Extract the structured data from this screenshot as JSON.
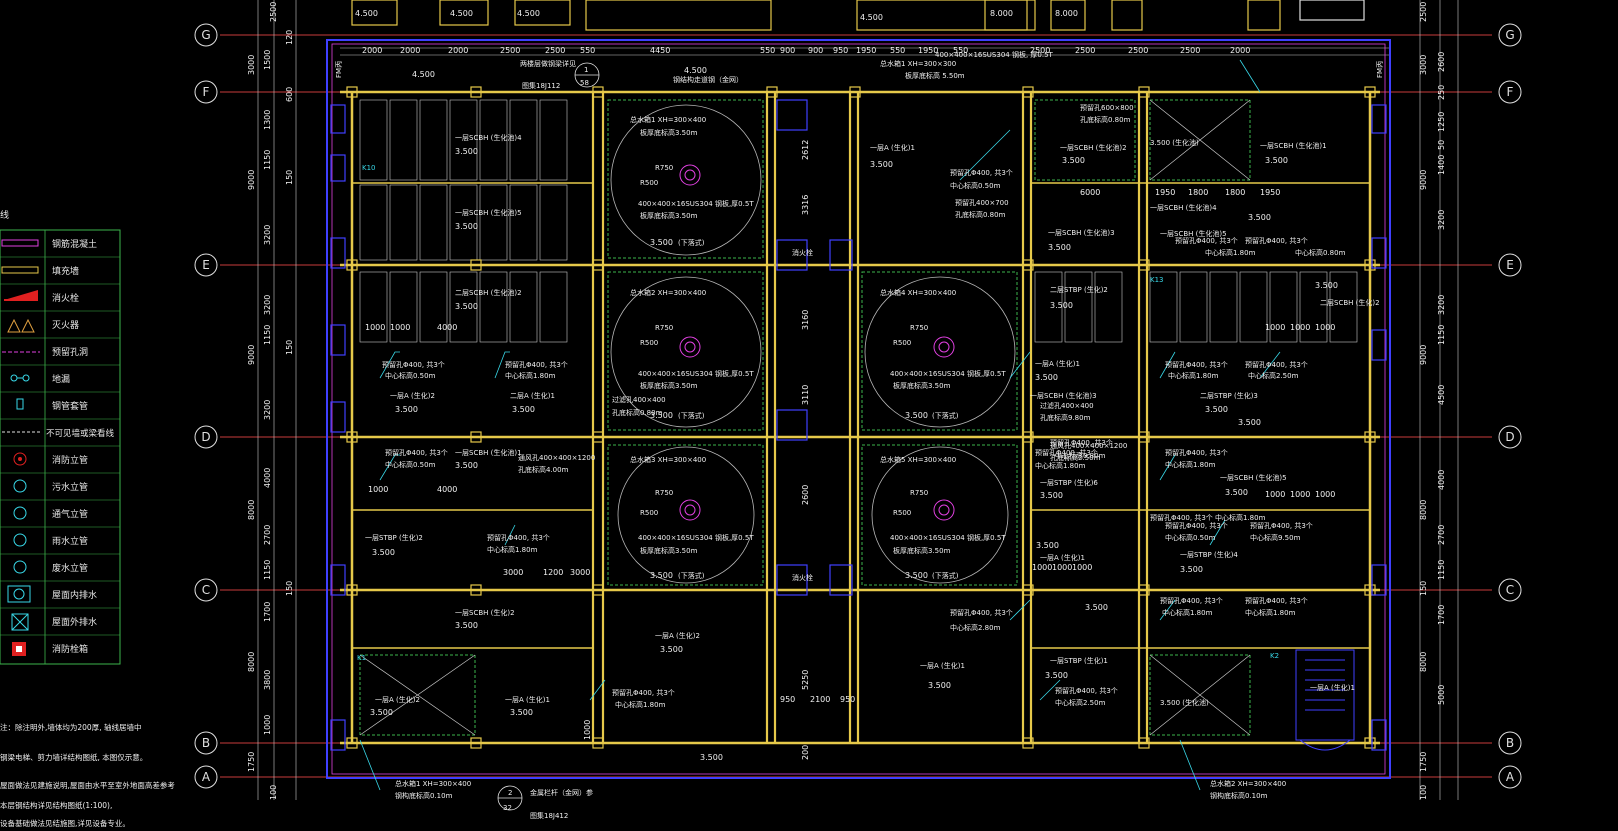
{
  "colors": {
    "background": "#000000",
    "axis_red": "#c83c3c",
    "wall_yellow": "#e6c94a",
    "outline_blue": "#4040ff",
    "magenta": "#e040e0",
    "green": "#3cb44b",
    "cyan": "#38d8e8",
    "white": "#f0f0f0"
  },
  "grid_axes": {
    "rows": [
      "G",
      "F",
      "E",
      "D",
      "C",
      "B",
      "A"
    ]
  },
  "legend": {
    "title": "线",
    "items": [
      {
        "label": "钢筋混凝土",
        "icon": "concrete-wall-line-icon"
      },
      {
        "label": "填充墙",
        "icon": "infill-wall-line-icon"
      },
      {
        "label": "消火栓",
        "icon": "fire-hydrant-icon"
      },
      {
        "label": "灭火器",
        "icon": "fire-extinguisher-icon"
      },
      {
        "label": "预留孔洞",
        "icon": "reserved-opening-icon"
      },
      {
        "label": "地漏",
        "icon": "floor-drain-icon"
      },
      {
        "label": "钢管套管",
        "icon": "steel-sleeve-icon"
      },
      {
        "label": "不可见墙或梁看线",
        "icon": "hidden-line-icon"
      },
      {
        "label": "消防立管",
        "icon": "fire-riser-icon"
      },
      {
        "label": "污水立管",
        "icon": "sewage-riser-icon"
      },
      {
        "label": "通气立管",
        "icon": "vent-riser-icon"
      },
      {
        "label": "雨水立管",
        "icon": "rain-riser-icon"
      },
      {
        "label": "废水立管",
        "icon": "waste-riser-icon"
      },
      {
        "label": "屋面内排水",
        "icon": "roof-drain-icon"
      },
      {
        "label": "屋面外排水",
        "icon": "roof-outer-drain-icon"
      },
      {
        "label": "消防栓箱",
        "icon": "hydrant-box-icon"
      }
    ]
  },
  "notes": [
    "注：除注明外,墙体均为200厚, 轴线居墙中",
    "钢梁电梯、剪力墙详结构图纸, 本图仅示意。",
    "屋面做法见建施说明,屋面由水平至室外地面高差参考",
    "本层钢结构详见结构图纸(1:100),",
    "设备基础做法见结施图,详见设备专业。"
  ],
  "top_dims": [
    "2000",
    "2000",
    "2000",
    "2500",
    "2500",
    "550",
    "4450",
    "550",
    "900",
    "900",
    "950",
    "1950",
    "550",
    "1950",
    "550",
    "2500",
    "2500",
    "2500",
    "2500",
    "2000"
  ],
  "top_labels": {
    "detail_ref_left": "两楼层做钢梁详见",
    "detail_ref_left2": "图集18J112",
    "detail_ref_num_top": "1",
    "detail_ref_num_bot": "58",
    "steel_beam_note": "钢结构走道钢（金网）",
    "level_4500_a": "4.500",
    "level_4500_b": "4.500",
    "level_4500_c": "4.500",
    "level_4500_d": "4.500",
    "level_4500_e": "4.500",
    "level_4500_f": "4.500",
    "level_8000_a": "8.000",
    "level_8000_b": "8.000",
    "tank_label_top": "总水箱1 XH=300×300",
    "tank_spec_top": "400×400×16SUS304 钢板, 厚0.5T",
    "tank_height_top": "板厚底标高 5.50m"
  },
  "tanks": [
    {
      "title": "总水箱1 XH=300×400",
      "spec": "400×400×16SUS304 钢板,厚0.5T",
      "elev": "板厚底标高3.50m",
      "level": "3.500",
      "r750": "R750",
      "r500": "R500",
      "name": "(下落式)"
    },
    {
      "title": "总水箱2 XH=300×400",
      "spec": "400×400×16SUS304 钢板,厚0.5T",
      "elev": "板厚底标高3.50m",
      "level": "3.500",
      "r750": "R750",
      "r500": "R500",
      "name": "(下落式)"
    },
    {
      "title": "总水箱3 XH=300×400",
      "spec": "400×400×16SUS304 钢板,厚0.5T",
      "elev": "板厚底标高3.50m",
      "level": "3.500",
      "r750": "R750",
      "r500": "R500",
      "name": "(下落式)"
    },
    {
      "title": "总水箱4 XH=300×400",
      "spec": "400×400×16SUS304 钢板,厚0.5T",
      "elev": "板厚底标高3.50m",
      "level": "3.500",
      "r750": "R750",
      "r500": "R500",
      "name": "(下落式)"
    },
    {
      "title": "总水箱5 XH=300×400",
      "spec": "400×400×16SUS304 钢板,厚0.5T",
      "elev": "板厚底标高3.50m",
      "level": "3.500",
      "r750": "R750",
      "r500": "R500",
      "name": "(下落式)"
    }
  ],
  "rooms": {
    "r1": "一层SCBH (生化池)4",
    "r1_lvl": "3.500",
    "r2": "一层SCBH (生化池)5",
    "r2_lvl": "3.500",
    "r3": "二层SCBH (生化池)2",
    "r3_lvl": "3.500",
    "r4": "一层A (生化)2",
    "r4_lvl": "3.500",
    "r5": "二层A (生化)1",
    "r5_lvl": "3.500",
    "r6": "一层SCBH (生化池)1",
    "r6_lvl": "3.500",
    "r7": "一层STBP (生化)2",
    "r7_lvl": "3.500",
    "r8": "一层SCBH (生化)2",
    "r8_lvl": "3.500",
    "r9": "一层A (生化)2",
    "r9_lvl": "3.500",
    "r10": "一层A (生化)1",
    "r10_lvl": "3.500",
    "r11": "一层A (生化)2",
    "r11_lvl": "3.500",
    "r12": "一层A (生化)1",
    "r12_lvl": "3.500",
    "r13": "一层A (生化)1",
    "r13_lvl": "3.500",
    "r14": "一层SCBH (生化池)2",
    "r14_lvl": "3.500",
    "r15": "一层SCBH (生化池)3",
    "r15_lvl": "3.500",
    "r16": "二层STBP (生化)2",
    "r16_lvl": "3.500",
    "r17": "一层A (生化)1",
    "r17_lvl": "3.500",
    "r18": "一层STBP (生化)6",
    "r18_lvl": "3.500",
    "r19": "一层STBP (生化)4",
    "r19_lvl": "3.500",
    "r20": "二层STBP (生化)3",
    "r20_lvl": "3.500",
    "r21": "一层SCBH (生化池)1",
    "r21_lvl": "3.500",
    "r22": "一层SCBH (生化池)5",
    "r22_lvl": "3.500",
    "r23": "一层SCBH (生化池)4",
    "r23_lvl": "3.500",
    "r24": "一层A (生化)1",
    "r24_lvl": "3.500",
    "r25": "二层SCBH (生化)2",
    "r25_lvl": "3.500",
    "r26": "一层STBP (生化)1",
    "r26_lvl": "3.500",
    "r27": "一层SCBH (生化池)3",
    "r27_lvl": "3.500",
    "r28": "一层SCBH (生化池)5",
    "r28_lvl": "3.500",
    "r29": "3.500 (生化池)",
    "r30": "3.500 (生化池)"
  },
  "callouts": {
    "c1": "预留孔Φ400, 共3个",
    "c1b": "中心标高0.50m",
    "c2": "预留孔Φ400, 共3个",
    "c2b": "中心标高1.80m",
    "c3": "预留孔Φ400, 共3个",
    "c3b": "中心标高0.50m",
    "c4": "预留孔Φ400, 共3个",
    "c4b": "中心标高1.80m",
    "c5": "预留孔Φ400, 共3个",
    "c5b": "中心标高1.80m",
    "c6": "预留孔Φ400, 共3个",
    "c6b": "中心标高0.50m",
    "c7": "预留孔Φ400, 共3个",
    "c7b": "中心标高1.80m",
    "c8": "预留孔Φ400, 共3个",
    "c8b": "中心标高2.50m",
    "c9": "预留孔Φ400, 共3个",
    "c9b": "中心标高1.80m",
    "c10": "预留孔Φ400, 共3个",
    "c10b": "中心标高0.50m",
    "c11": "预留孔Φ400, 共3个",
    "c11b": "中心标高9.50m",
    "c12": "预留孔Φ400, 共3个",
    "c12b": "中心标高0.80m",
    "c13": "预留孔Φ400, 共3个",
    "c13b": "中心标高1.80m",
    "c14": "预留孔Φ400, 共3个",
    "c14b": "中心标高1.80m",
    "c15": "预留孔Φ400, 共3个",
    "c15b": "中心标高2.80m",
    "c16": "预留孔Φ400, 共3个",
    "c16b": "中心标高2.50m",
    "c17": "预留孔Φ400, 共3个",
    "c17b": "中心标高1.80m",
    "c18": "预留孔Φ400, 共3个",
    "c18b": "中心标高0.80m",
    "c19": "预留孔Φ400, 共3个",
    "c19b": "中心标高1.80m",
    "c20": "预留孔Φ400, 共3个",
    "c20b": "中心标高1.80m",
    "h1": "预留孔600×800",
    "h1b": "孔底标高0.80m",
    "h2": "预留孔400×700",
    "h2b": "孔底标高0.80m",
    "h3": "过滤孔400×400",
    "h3b": "孔底标高9.80m",
    "h4": "过滤孔400×400",
    "h4b": "孔底标高0.80m",
    "h5": "通风孔400×400×1200",
    "h5b": "孔底标高4.00m",
    "h6": "通风孔400×400×1200",
    "h6b": "孔底标高2.50m",
    "tank_bottom_left": "总水箱1 XH=300×400",
    "tank_bottom_left_b": "钢构底标高0.10m",
    "tank_bottom_right": "总水箱2 XH=300×400",
    "tank_bottom_right_b": "钢构底标高0.10m",
    "railing_ref": "金属栏杆（金网）参",
    "railing_ref_b": "图集18J412",
    "railing_num_top": "2",
    "railing_num_bot": "32",
    "stair_left": "一层A (生化)1",
    "stair_lvl": "3.500"
  },
  "left_dims": [
    "3000",
    "1500",
    "600",
    "1300",
    "1150",
    "150",
    "9000",
    "3200",
    "3200",
    "150",
    "1150",
    "9000",
    "3200",
    "4000",
    "8000",
    "2700",
    "1150",
    "150",
    "1700",
    "8000",
    "3800",
    "1000",
    "1750",
    "100",
    "120",
    "2500"
  ],
  "right_dims": [
    "3000",
    "2600",
    "250",
    "1250",
    "50",
    "1400",
    "9000",
    "3200",
    "3200",
    "1150",
    "9000",
    "4500",
    "4000",
    "8000",
    "2700",
    "1150",
    "150",
    "1700",
    "8000",
    "5000",
    "1750",
    "100",
    "2500"
  ],
  "inner_dims": {
    "d1": "1000",
    "d2": "1000",
    "d3": "4000",
    "d4": "1000",
    "d5": "4000",
    "d6": "3000",
    "d7": "1200",
    "d8": "3000",
    "d9": "6000",
    "d10": "1950",
    "d11": "1800",
    "d12": "1800",
    "d13": "1950",
    "d14": "1000",
    "d15": "1000",
    "d16": "1000",
    "d17": "1000",
    "d18": "1000",
    "d19": "1000",
    "d20": "1000",
    "d21": "1000",
    "d22": "1000",
    "d23": "950",
    "d24": "2100",
    "d25": "950",
    "d26": "2612",
    "d27": "3316",
    "d28": "3160",
    "d29": "3110",
    "d30": "2600",
    "d31": "5250",
    "d32": "200",
    "d33": "1000"
  },
  "tags": {
    "k1": "K1",
    "k2": "K2",
    "k10": "K10",
    "k13": "K13",
    "fm": "FM丙",
    "fire": "消火栓"
  }
}
